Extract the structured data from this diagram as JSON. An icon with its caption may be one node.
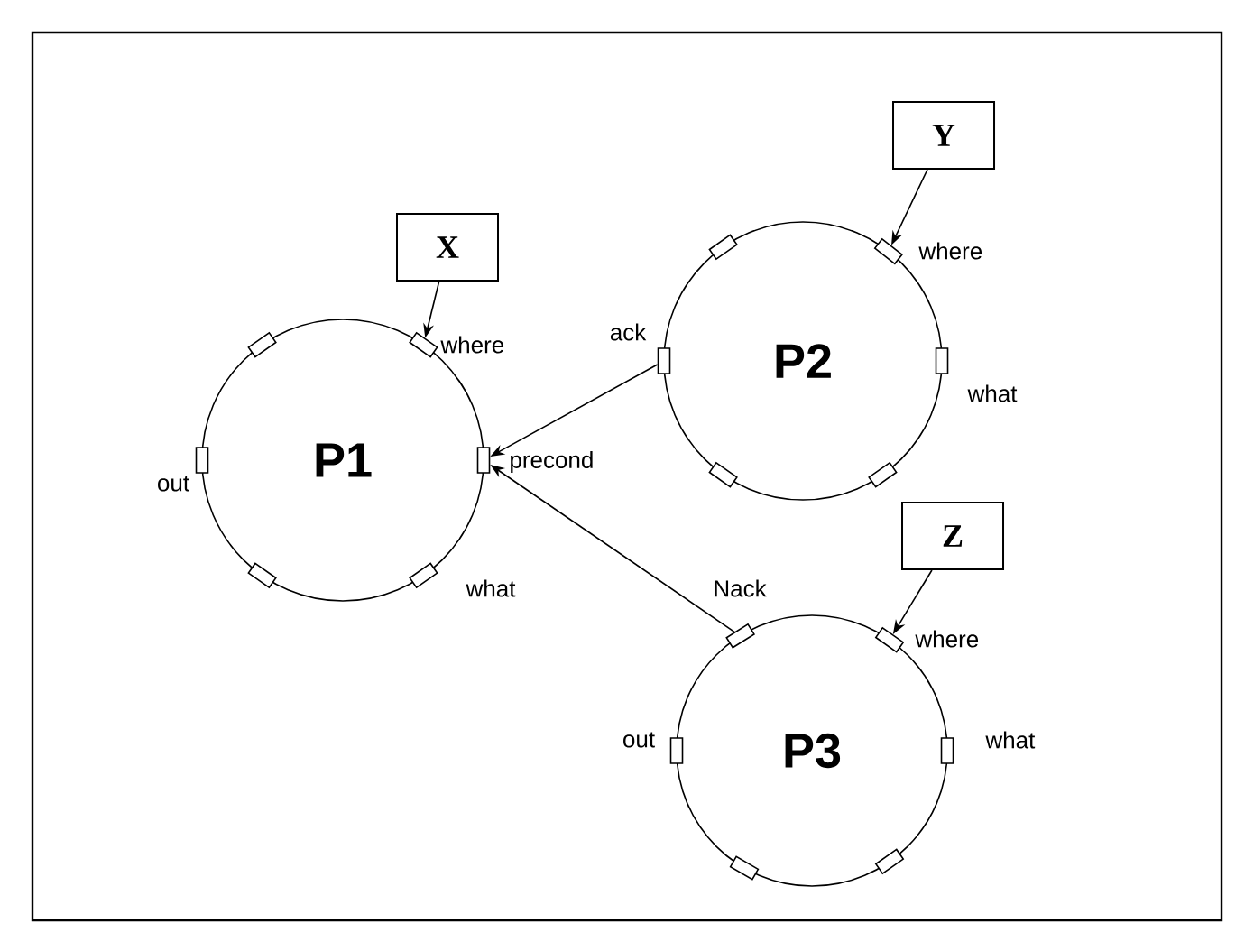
{
  "diagram": {
    "nodes": [
      {
        "text": [
          "P1"
        ]
      },
      {
        "text": [
          "P2"
        ]
      },
      {
        "text": [
          "P3"
        ]
      },
      {
        "text": [
          "X"
        ]
      },
      {
        "text": [
          "Y"
        ]
      },
      {
        "text": [
          "Z"
        ]
      },
      {
        "text": [
          "where"
        ]
      },
      {
        "text": [
          "precond"
        ]
      },
      {
        "text": [
          "what"
        ]
      },
      {
        "text": [],
        "shape": "box"
      },
      {
        "text": [
          "out"
        ]
      },
      {
        "text": [],
        "shape": "box"
      },
      {
        "text": [
          "where"
        ]
      },
      {
        "text": [
          "what"
        ]
      },
      {
        "text": [],
        "shape": "box"
      },
      {
        "text": [],
        "shape": "box"
      },
      {
        "text": [
          "ack"
        ]
      },
      {
        "text": [],
        "shape": "box"
      },
      {
        "text": [
          "where"
        ]
      },
      {
        "text": [
          "what"
        ]
      },
      {
        "text": [],
        "shape": "box"
      },
      {
        "text": [],
        "shape": "box"
      },
      {
        "text": [
          "out"
        ]
      },
      {
        "text": [
          "Nack"
        ]
      }
    ],
    "edges": [
      {
        "from": 3,
        "to": 6,
        "arrow": "to"
      },
      {
        "from": 4,
        "to": 12,
        "arrow": "to"
      },
      {
        "from": 5,
        "to": 18,
        "arrow": "to"
      },
      {
        "from": 16,
        "to": 7,
        "arrow": "to"
      },
      {
        "from": 23,
        "to": 7,
        "arrow": "to"
      }
    ]
  }
}
